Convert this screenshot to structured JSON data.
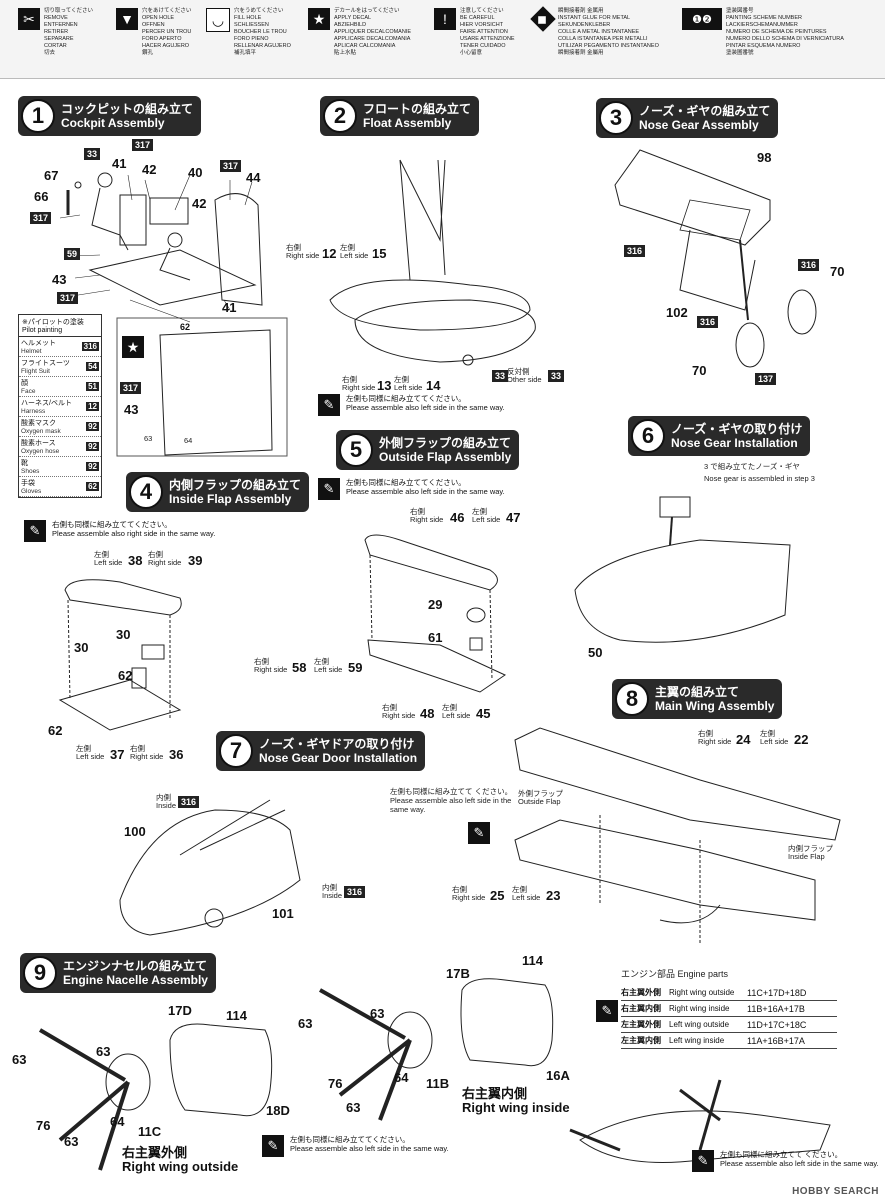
{
  "legend": [
    {
      "icon": "remove-icon",
      "lines": [
        "切り取ってください",
        "REMOVE",
        "ENTFERNEN",
        "RETIRER",
        "SEPARARE",
        "CORTAR",
        "切去"
      ]
    },
    {
      "icon": "open-hole-icon",
      "lines": [
        "穴をあけてください",
        "OPEN HOLE",
        "OFFNEN",
        "PERCER UN TROU",
        "FORO APERTO",
        "HACER AGUJERO",
        "鑽孔"
      ]
    },
    {
      "icon": "fill-hole-icon",
      "lines": [
        "穴をうめてください",
        "FILL HOLE",
        "SCHLIESSEN",
        "BOUCHER LE TROU",
        "FORO PIENO",
        "RELLENAR AGUJERO",
        "補孔填平"
      ]
    },
    {
      "icon": "apply-decal-icon",
      "lines": [
        "デカールをはってください",
        "APPLY DECAL",
        "ABZIEHBILD",
        "APPLIQUER DECALCOMANIE",
        "APPLICARE DECALCOMANIA",
        "APLICAR CALCOMANIA",
        "貼上水貼"
      ]
    },
    {
      "icon": "be-careful-icon",
      "lines": [
        "注意してください",
        "BE CAREFUL",
        "HIER VORSICHT",
        "FAIRE ATTENTION",
        "USARE ATTENZIONE",
        "TENER CUIDADO",
        "小心留意"
      ]
    },
    {
      "icon": "instant-glue-icon",
      "lines": [
        "瞬間接着剤 金属用",
        "INSTANT GLUE FOR METAL",
        "SEKUNDENKLEBER",
        "COLLE A METAL INSTANTANEE",
        "COLLA ISTANTANEA PER METALLI",
        "UTILIZAR PEGAMENTO INSTANTANEO",
        "瞬間接着劑 金屬用"
      ]
    },
    {
      "icon": "painting-scheme-icon",
      "lines": [
        "塗装図番号",
        "PAINTING SCHEME NUMBER",
        "LACKIERSCHEMANUMMER",
        "NUMERO DE SCHEMA DE PEINTURES",
        "NUMERO DELLO SCHEMA DI VERNICIATURA",
        "PINTAR ESQUEMA NUMERO",
        "塗装圖番號"
      ]
    }
  ],
  "steps": [
    {
      "num": "1",
      "ja": "コックピットの組み立て",
      "en": "Cockpit Assembly"
    },
    {
      "num": "2",
      "ja": "フロートの組み立て",
      "en": "Float Assembly"
    },
    {
      "num": "3",
      "ja": "ノーズ・ギヤの組み立て",
      "en": "Nose Gear Assembly"
    },
    {
      "num": "4",
      "ja": "内側フラップの組み立て",
      "en": "Inside Flap Assembly"
    },
    {
      "num": "5",
      "ja": "外側フラップの組み立て",
      "en": "Outside Flap Assembly"
    },
    {
      "num": "6",
      "ja": "ノーズ・ギヤの取り付け",
      "en": "Nose Gear Installation"
    },
    {
      "num": "7",
      "ja": "ノーズ・ギヤドアの取り付け",
      "en": "Nose Gear Door Installation"
    },
    {
      "num": "8",
      "ja": "主翼の組み立て",
      "en": "Main Wing Assembly"
    },
    {
      "num": "9",
      "ja": "エンジンナセルの組み立て",
      "en": "Engine Nacelle Assembly"
    }
  ],
  "pilot_painting": {
    "title": "※パイロットの塗装 Pilot painting",
    "rows": [
      {
        "ja": "ヘルメット",
        "en": "Helmet",
        "code": "316"
      },
      {
        "ja": "フライトスーツ",
        "en": "Flight Suit",
        "code": "54"
      },
      {
        "ja": "顔",
        "en": "Face",
        "code": "51"
      },
      {
        "ja": "ハーネス/ベルト",
        "en": "Harness",
        "code": "12"
      },
      {
        "ja": "酸素マスク",
        "en": "Oxygen mask",
        "code": "92"
      },
      {
        "ja": "酸素ホース",
        "en": "Oxygen hose",
        "code": "92"
      },
      {
        "ja": "靴",
        "en": "Shoes",
        "code": "92"
      },
      {
        "ja": "手袋",
        "en": "Gloves",
        "code": "62"
      }
    ]
  },
  "notes": {
    "left_same": "左側も同様に組み立ててください。",
    "left_same_en": "Please assemble also left side in the same way.",
    "right_same": "右側も同様に組み立ててください。",
    "right_same_en": "Please assemble also right side in the same way.",
    "left_same_short": "左側も同様に組み立てて ください。",
    "left_same_short_en": "Please assemble also left side in the same way.",
    "nose_gear_step": "3 で組み立てたノーズ・ギヤ",
    "nose_gear_step_en": "Nose gear is assembled in step 3"
  },
  "labels": {
    "right": "右側",
    "right_en": "Right side",
    "left": "左側",
    "left_en": "Left side",
    "other": "反対側",
    "other_en": "Other side",
    "inside": "内側",
    "inside_en": "Inside",
    "outside_flap": "外側フラップ",
    "outside_flap_en": "Outside Flap",
    "inside_flap": "内側フラップ",
    "inside_flap_en": "Inside Flap",
    "rw_outside": "右主翼外側",
    "rw_outside_en": "Right wing outside",
    "rw_inside": "右主翼内側",
    "rw_inside_en": "Right wing inside"
  },
  "engine_parts": {
    "title": "エンジン部品 Engine parts",
    "rows": [
      {
        "ja": "右主翼外側",
        "en": "Right wing outside",
        "parts": "11C+17D+18D"
      },
      {
        "ja": "右主翼内側",
        "en": "Right wing inside",
        "parts": "11B+16A+17B"
      },
      {
        "ja": "左主翼外側",
        "en": "Left wing outside",
        "parts": "11D+17C+18C"
      },
      {
        "ja": "左主翼内側",
        "en": "Left wing inside",
        "parts": "11A+16B+17A"
      }
    ]
  },
  "parts": {
    "p67": "67",
    "p66": "66",
    "p41": "41",
    "p42": "42",
    "p40": "40",
    "p44": "44",
    "p43": "43",
    "p62": "62",
    "p59": "59",
    "p33": "33",
    "p317": "317",
    "p12": "12",
    "p15": "15",
    "p13": "13",
    "p14": "14",
    "p98": "98",
    "p316": "316",
    "p70": "70",
    "p102": "102",
    "p137": "137",
    "p38": "38",
    "p39": "39",
    "p30": "30",
    "p37": "37",
    "p36": "36",
    "p46": "46",
    "p47": "47",
    "p29": "29",
    "p61": "61",
    "p58": "58",
    "p48": "48",
    "p45": "45",
    "p50": "50",
    "p100": "100",
    "p101": "101",
    "p24": "24",
    "p22": "22",
    "p25": "25",
    "p23": "23",
    "p63": "63",
    "p76": "76",
    "p64": "64",
    "p11C": "11C",
    "p17D": "17D",
    "p114": "114",
    "p18D": "18D",
    "p17B": "17B",
    "p16A": "16A",
    "p11B": "11B",
    "p64b": "64"
  },
  "watermark": "HOBBY SEARCH"
}
